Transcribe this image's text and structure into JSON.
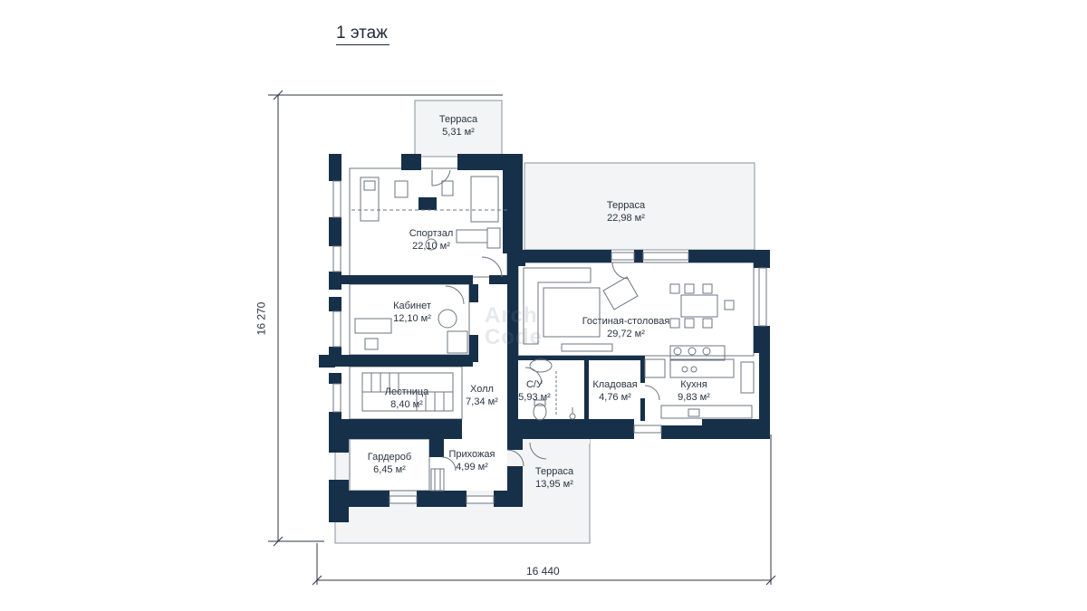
{
  "floor_title": "1 этаж",
  "watermark": {
    "line1": "Arch",
    "line2": "Code"
  },
  "dimensions": {
    "width": "16 440",
    "height": "16 270"
  },
  "rooms": [
    {
      "id": "terrace-top",
      "name": "Терраса",
      "area": "5,31 м²"
    },
    {
      "id": "terrace-right",
      "name": "Терраса",
      "area": "22,98 м²"
    },
    {
      "id": "gym",
      "name": "Спортзал",
      "area": "22,10 м²"
    },
    {
      "id": "office",
      "name": "Кабинет",
      "area": "12,10 м²"
    },
    {
      "id": "living",
      "name": "Гостиная-столовая",
      "area": "29,72 м²"
    },
    {
      "id": "stairs",
      "name": "Лестница",
      "area": "8,40 м²"
    },
    {
      "id": "hall",
      "name": "Холл",
      "area": "7,34 м²"
    },
    {
      "id": "wc",
      "name": "С/У",
      "area": "5,93 м²"
    },
    {
      "id": "pantry",
      "name": "Кладовая",
      "area": "4,76 м²"
    },
    {
      "id": "kitchen",
      "name": "Кухня",
      "area": "9,83 м²"
    },
    {
      "id": "wardrobe",
      "name": "Гардероб",
      "area": "6,45 м²"
    },
    {
      "id": "entry",
      "name": "Прихожая",
      "area": "4,99 м²"
    },
    {
      "id": "terrace-bottom",
      "name": "Терраса",
      "area": "13,95 м²"
    }
  ],
  "colors": {
    "wall": "#173049",
    "terrace": "#f2f4f5",
    "room": "#ffffff",
    "line": "#6c7682"
  }
}
